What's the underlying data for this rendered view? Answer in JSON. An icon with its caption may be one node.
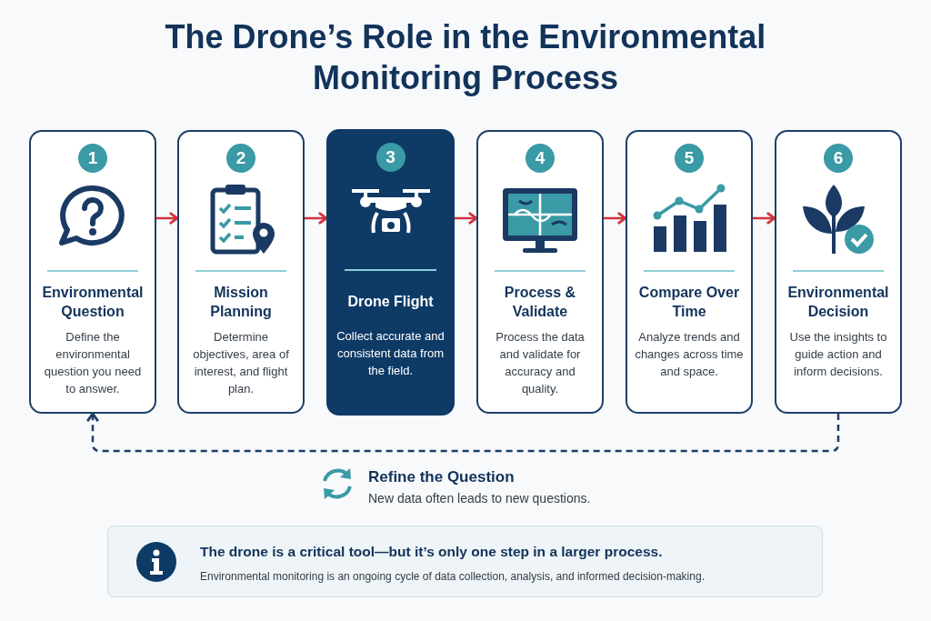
{
  "diagram": {
    "title": "The Drone’s Role in the Environmental Monitoring Process",
    "nodes": [
      {
        "text": [
          "1",
          "Environmental Question",
          "Define the environmental question you need to answer."
        ]
      },
      {
        "text": [
          "2",
          "Mission Planning",
          "Determine objectives, area of interest, and flight plan."
        ]
      },
      {
        "text": [
          "3",
          "Drone Flight",
          "Collect accurate and consistent data from the field."
        ]
      },
      {
        "text": [
          "4",
          "Process & Validate",
          "Process the data and validate for accuracy and quality."
        ]
      },
      {
        "text": [
          "5",
          "Compare Over Time",
          "Analyze trends and changes across time and space."
        ]
      },
      {
        "text": [
          "6",
          "Environmental Decision",
          "Use the insights to guide action and inform decisions."
        ]
      },
      {
        "text": [
          "The drone is a critical tool—but it’s only one step in a larger process.",
          "Environmental monitoring is an ongoing cycle of data collection, analysis, and informed decision-making."
        ]
      }
    ],
    "edges": [
      {
        "from": 0,
        "to": 1,
        "arrow": "to"
      },
      {
        "from": 1,
        "to": 2,
        "arrow": "to"
      },
      {
        "from": 2,
        "to": 3,
        "arrow": "to"
      },
      {
        "from": 3,
        "to": 4,
        "arrow": "to"
      },
      {
        "from": 4,
        "to": 5,
        "arrow": "to"
      },
      {
        "from": 5,
        "to": 0,
        "arrow": "to",
        "style": "dashed",
        "color": "#1f3f66"
      }
    ],
    "labels": [
      "Refine the Question",
      "New data often leads to new questions."
    ]
  }
}
